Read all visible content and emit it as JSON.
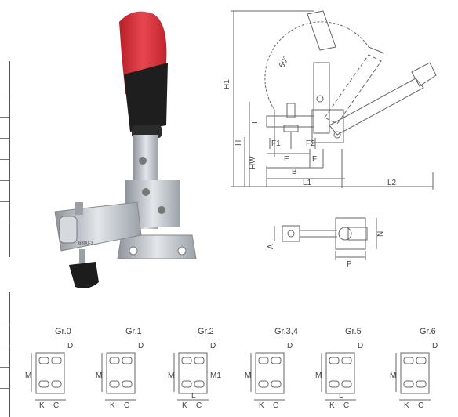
{
  "drawing_labels": {
    "angle": "60°",
    "h1": "H1",
    "h": "H",
    "hw": "HW",
    "i": "I",
    "f1": "F1",
    "f2": "F2",
    "e": "E",
    "f": "F",
    "b": "B",
    "l1": "L1",
    "l2": "L2"
  },
  "top_view_labels": {
    "a": "A",
    "n": "N",
    "p": "P"
  },
  "groups": [
    {
      "title": "Gr.0",
      "labels": [
        "D",
        "M",
        "K",
        "C"
      ]
    },
    {
      "title": "Gr.1",
      "labels": [
        "D",
        "M",
        "K",
        "C"
      ]
    },
    {
      "title": "Gr.2",
      "labels": [
        "D",
        "M",
        "M1",
        "L",
        "K",
        "C"
      ]
    },
    {
      "title": "Gr.3,4",
      "labels": [
        "D",
        "M",
        "K",
        "C"
      ]
    },
    {
      "title": "Gr.5",
      "labels": [
        "D",
        "M",
        "L",
        "K",
        "C"
      ]
    },
    {
      "title": "Gr.6",
      "labels": [
        "D",
        "M",
        "K",
        "C"
      ]
    }
  ],
  "photo_marking": "6800-3",
  "colors": {
    "handle": "#d7303a",
    "grip": "#1e1e1e",
    "steel": "#b9bec4",
    "line": "#555555"
  }
}
